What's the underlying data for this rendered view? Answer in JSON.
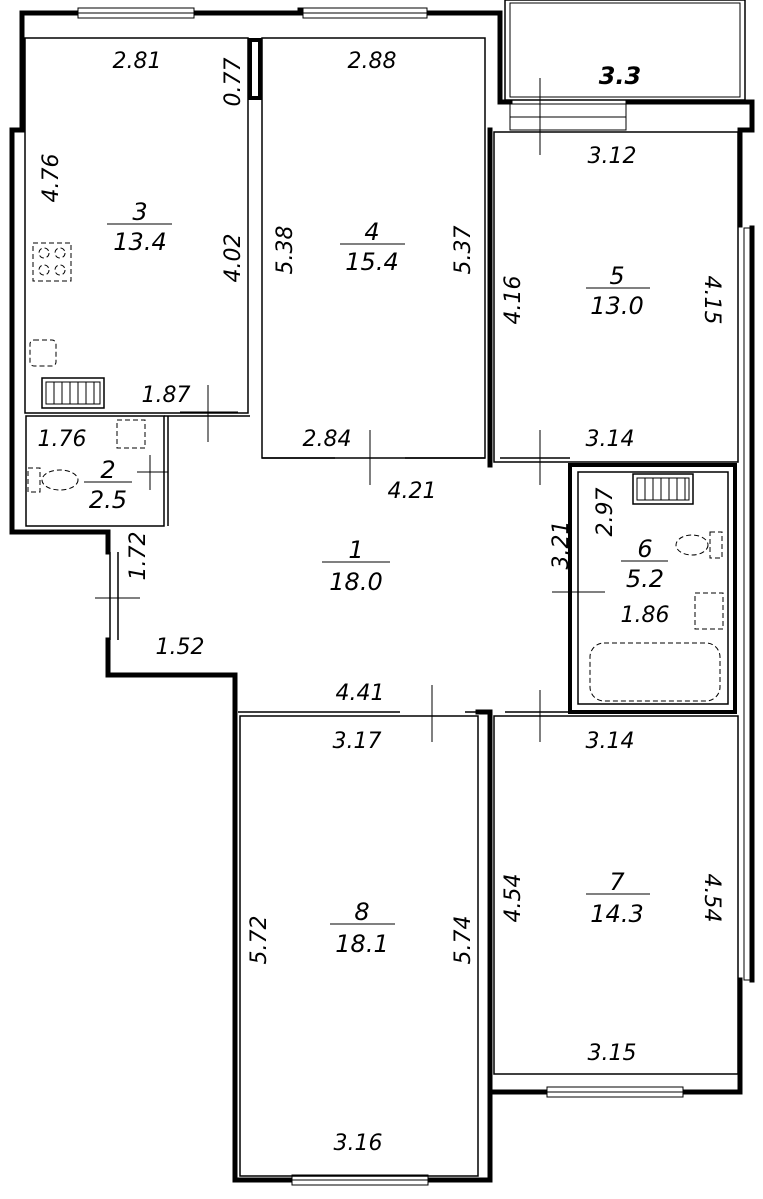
{
  "rooms": [
    {
      "id": "1",
      "number": "1",
      "area": "18.0"
    },
    {
      "id": "2",
      "number": "2",
      "area": "2.5"
    },
    {
      "id": "3",
      "number": "3",
      "area": "13.4"
    },
    {
      "id": "4",
      "number": "4",
      "area": "15.4"
    },
    {
      "id": "5",
      "number": "5",
      "area": "13.0"
    },
    {
      "id": "6",
      "number": "6",
      "area": "5.2"
    },
    {
      "id": "7",
      "number": "7",
      "area": "14.3"
    },
    {
      "id": "8",
      "number": "8",
      "area": "18.1"
    }
  ],
  "balcony": {
    "area": "3.3"
  },
  "dimensions": {
    "r3_top": "2.81",
    "r3_stub": "0.77",
    "r3_left": "4.76",
    "r3_right": "4.02",
    "r3_bottom": "1.87",
    "r4_top": "2.88",
    "r4_left": "5.38",
    "r4_right": "5.37",
    "r4_bottom": "2.84",
    "r5_top": "3.12",
    "r5_left": "4.16",
    "r5_right": "4.15",
    "r5_bottom": "3.14",
    "r2_top": "1.76",
    "r2_side": "1.72",
    "hall_top": "4.21",
    "hall_right": "3.21",
    "hall_left": "1.52",
    "hall_bottom": "4.41",
    "r6_side": "2.97",
    "r6_bottom": "1.86",
    "r8_top": "3.17",
    "r8_left": "5.72",
    "r8_right": "5.74",
    "r8_bottom": "3.16",
    "r7_top": "3.14",
    "r7_left": "4.54",
    "r7_right": "4.54",
    "r7_bottom": "3.15"
  }
}
